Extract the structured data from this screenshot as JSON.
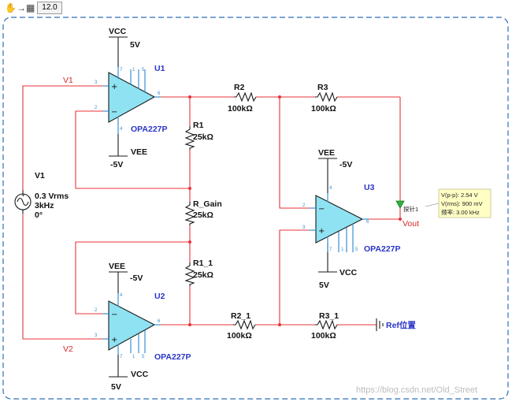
{
  "toolbar": {
    "icons": "✋→▦",
    "value": "12.0"
  },
  "components": {
    "U1": {
      "ref": "U1",
      "model": "OPA227P",
      "vcc": "VCC",
      "vcc_v": "5V",
      "vee": "VEE",
      "vee_v": "-5V"
    },
    "U2": {
      "ref": "U2",
      "model": "OPA227P",
      "vcc": "VCC",
      "vcc_v": "5V",
      "vee": "VEE",
      "vee_v": "-5V"
    },
    "U3": {
      "ref": "U3",
      "model": "OPA227P",
      "vcc": "VCC",
      "vcc_v": "5V",
      "vee": "VEE",
      "vee_v": "-5V"
    },
    "R1": {
      "ref": "R1",
      "value": "25kΩ"
    },
    "R_Gain": {
      "ref": "R_Gain",
      "value": "25kΩ"
    },
    "R1_1": {
      "ref": "R1_1",
      "value": "25kΩ"
    },
    "R2": {
      "ref": "R2",
      "value": "100kΩ"
    },
    "R3": {
      "ref": "R3",
      "value": "100kΩ"
    },
    "R2_1": {
      "ref": "R2_1",
      "value": "100kΩ"
    },
    "R3_1": {
      "ref": "R3_1",
      "value": "100kΩ"
    },
    "V1": {
      "ref": "V1",
      "amplitude": "0.3 Vrms",
      "freq": "3kHz",
      "phase": "0°"
    }
  },
  "nets": {
    "v1": "V1",
    "v2": "V2",
    "vout": "Vout",
    "ref": "Ref位置"
  },
  "pins": {
    "U1": [
      "3",
      "2",
      "6",
      "7",
      "4",
      "1",
      "5"
    ],
    "U2": [
      "2",
      "3",
      "6",
      "4",
      "7",
      "1",
      "5"
    ],
    "U3": [
      "2",
      "3",
      "6",
      "4",
      "7",
      "1",
      "5"
    ]
  },
  "probe": {
    "label": "探针1",
    "vpp": "V(p-p): 2.54 V",
    "vrms": "V(rms): 900 mV",
    "freq": "频率: 3.00 kHz"
  },
  "watermark": "https://blog.csdn.net/Old_Street",
  "colors": {
    "wire": "#e8343a",
    "opamp": "#8fe2f2",
    "label_blue": "#2a35c9",
    "probe_bg": "#ffffc4"
  }
}
